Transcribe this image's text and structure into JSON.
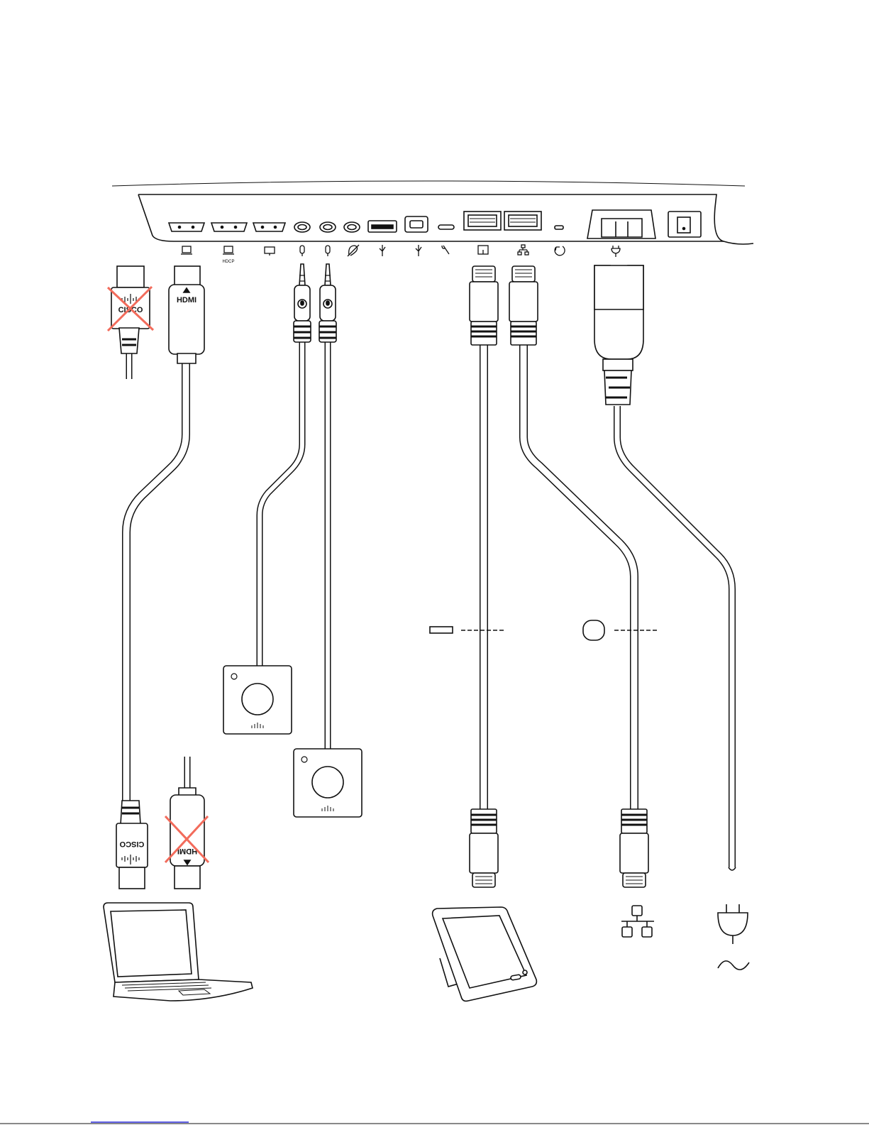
{
  "panel_labels": {
    "hdcp": "HDCP"
  },
  "cable_labels": {
    "hdmi_plug": "HDMI",
    "hdmi_plug_bottom": "HDMI",
    "cisco_plug_top": "CISCO",
    "cisco_plug_bottom": "CISCO"
  },
  "colors": {
    "line": "#111111",
    "not_allowed_cross": "#f26b5b",
    "footer_link": "#2b2bd9"
  },
  "icons": [
    "hdmi-input-icon",
    "hdcp-input-icon",
    "display-output-icon",
    "microphone-icon",
    "microphone-icon",
    "headphone-icon",
    "usb-icon",
    "usb-icon",
    "service-wrench-icon",
    "touch-panel-port-icon",
    "network-icon",
    "reset-icon",
    "power-plug-icon",
    "laptop-icon",
    "touch-panel-icon",
    "network-symbol-icon",
    "mains-plug-icon",
    "ac-wave-icon"
  ]
}
